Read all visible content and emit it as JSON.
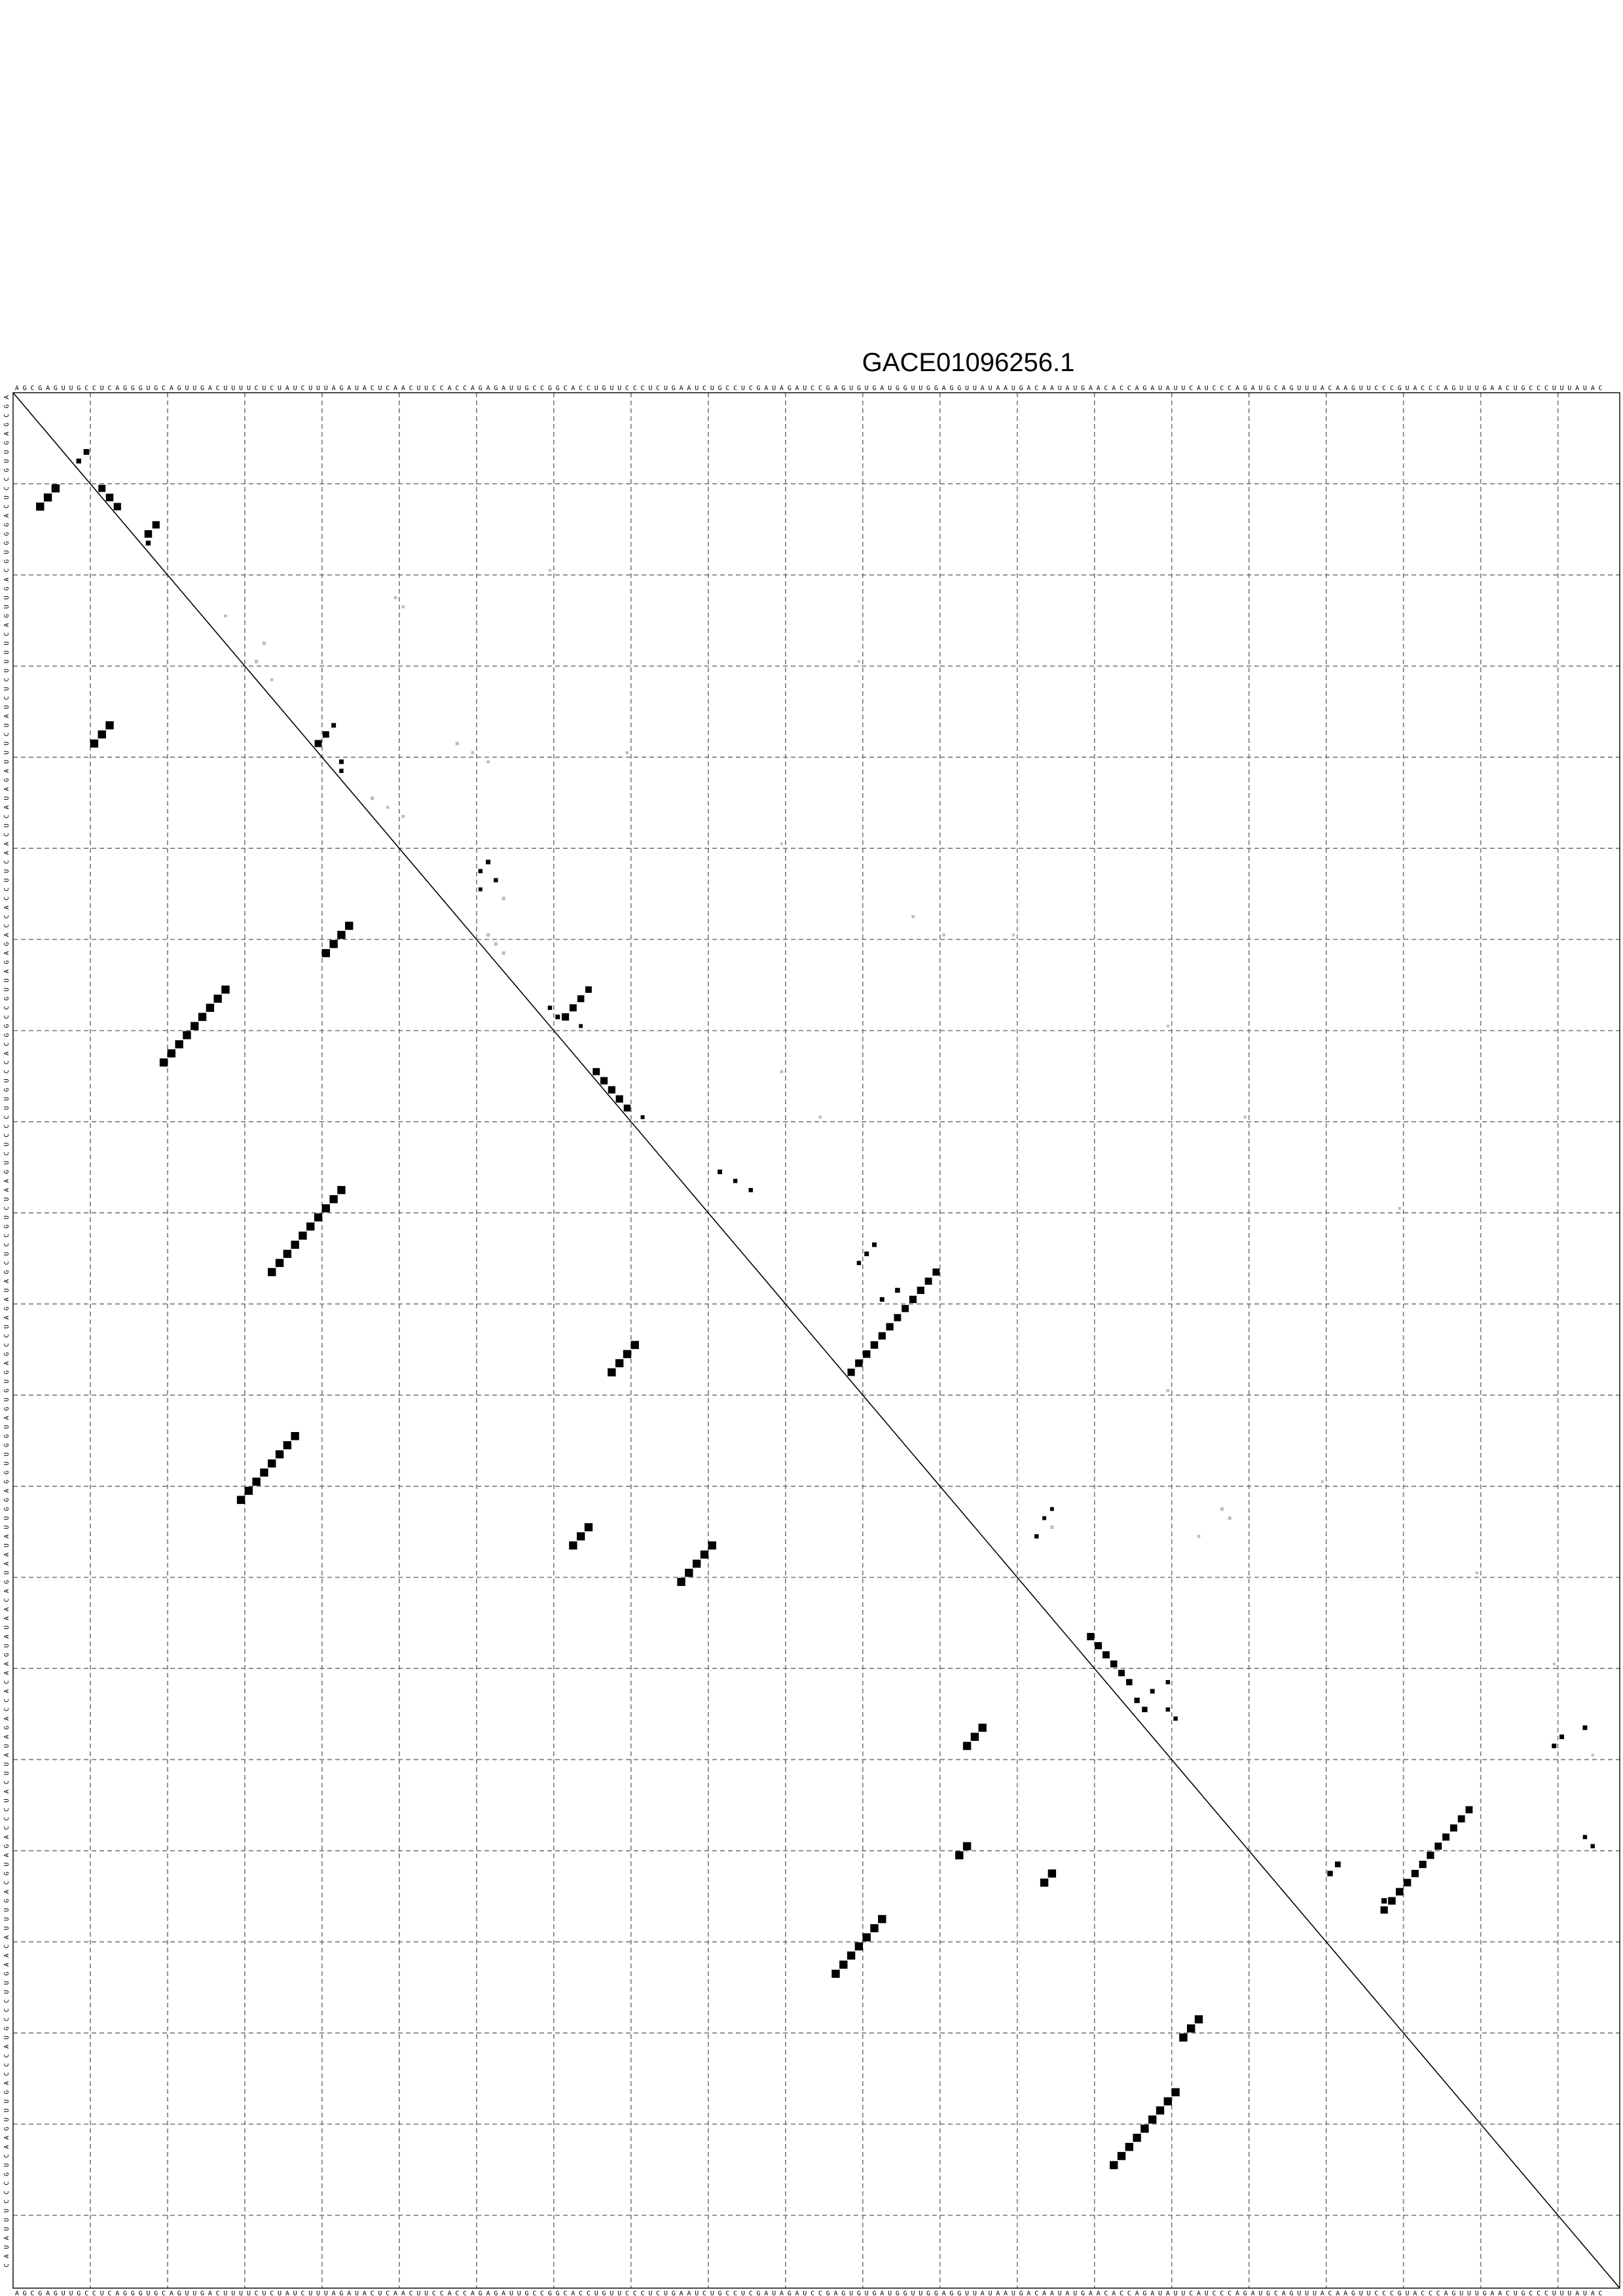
{
  "title": "GACE01096256.1",
  "sequence": "AGCGAGUUGCCUCAGGGUGCAGUUGACUUUUCUCUAUCUUUAGAUACUCAACUUCCACCAGAGAUUGCCGGCACCUGUUCCCUCUGAAUCUGCCUCGAUAGAUCCGAGUGUGAUGGUUGGAGGUUAUAAUGACAAUAUGAACACCAGAUAUUCAUCCCAGAUGCAGUUUACAAGUUCCCGUACCCAGUUUGAACUGCCCUUUAUAC",
  "colors": {
    "ink": "#000000",
    "grid": "#777777",
    "weak": "#bdbdbd",
    "background": "#ffffff"
  },
  "chart_data": {
    "type": "heatmap",
    "title": "GACE01096256.1",
    "description_of_axes": "sequence positions (1-based); upper triangle = base-pair probability dots, lower triangle = MFE structure pairs",
    "length": 208,
    "grid_interval": 10,
    "upper_dots": [
      {
        "i": 7,
        "j": 10,
        "p": 0.55
      },
      {
        "i": 8,
        "j": 9,
        "p": 0.4
      },
      {
        "i": 11,
        "j": 12,
        "p": 0.85
      },
      {
        "i": 12,
        "j": 13,
        "p": 0.95
      },
      {
        "i": 13,
        "j": 14,
        "p": 0.9
      },
      {
        "i": 15,
        "j": 19,
        "p": 0.9
      },
      {
        "i": 16,
        "j": 18,
        "p": 0.95
      },
      {
        "i": 17,
        "j": 17,
        "p": 0.4
      },
      {
        "i": 28,
        "j": 25,
        "p": 0.15
      },
      {
        "i": 30,
        "j": 32,
        "p": 0.2
      },
      {
        "i": 32,
        "j": 34,
        "p": 0.15
      },
      {
        "i": 33,
        "j": 28,
        "p": 0.2
      },
      {
        "i": 37,
        "j": 42,
        "p": 0.35
      },
      {
        "i": 38,
        "j": 41,
        "p": 0.7
      },
      {
        "i": 39,
        "j": 40,
        "p": 0.85
      },
      {
        "i": 40,
        "j": 39,
        "p": 0.7
      },
      {
        "i": 41,
        "j": 43,
        "p": 0.35
      },
      {
        "i": 42,
        "j": 42,
        "p": 0.3
      },
      {
        "i": 45,
        "j": 47,
        "p": 0.2
      },
      {
        "i": 46,
        "j": 49,
        "p": 0.15
      },
      {
        "i": 47,
        "j": 51,
        "p": 0.15
      },
      {
        "i": 39,
        "j": 58,
        "p": 0.2
      },
      {
        "i": 40,
        "j": 60,
        "p": 0.15
      },
      {
        "i": 41,
        "j": 62,
        "p": 0.15
      },
      {
        "i": 52,
        "j": 62,
        "p": 0.35
      },
      {
        "i": 53,
        "j": 61,
        "p": 0.3
      },
      {
        "i": 54,
        "j": 63,
        "p": 0.3
      },
      {
        "i": 55,
        "j": 61,
        "p": 0.25
      },
      {
        "i": 56,
        "j": 64,
        "p": 0.2
      },
      {
        "i": 60,
        "j": 62,
        "p": 0.2
      },
      {
        "i": 61,
        "j": 63,
        "p": 0.2
      },
      {
        "i": 62,
        "j": 64,
        "p": 0.2
      },
      {
        "i": 68,
        "j": 70,
        "p": 0.3
      },
      {
        "i": 69,
        "j": 71,
        "p": 0.35
      },
      {
        "i": 70,
        "j": 74,
        "p": 0.25
      },
      {
        "i": 66,
        "j": 75,
        "p": 0.7
      },
      {
        "i": 67,
        "j": 74,
        "p": 0.8
      },
      {
        "i": 68,
        "j": 73,
        "p": 0.85
      },
      {
        "i": 69,
        "j": 72,
        "p": 0.9
      },
      {
        "i": 75,
        "j": 76,
        "p": 0.85
      },
      {
        "i": 76,
        "j": 77,
        "p": 0.9
      },
      {
        "i": 77,
        "j": 78,
        "p": 0.9
      },
      {
        "i": 78,
        "j": 79,
        "p": 0.9
      },
      {
        "i": 79,
        "j": 80,
        "p": 0.8
      },
      {
        "i": 58,
        "j": 117,
        "p": 0.15
      },
      {
        "i": 60,
        "j": 121,
        "p": 0.15
      },
      {
        "i": 75,
        "j": 100,
        "p": 0.15
      },
      {
        "i": 80,
        "j": 105,
        "p": 0.15
      },
      {
        "i": 94,
        "j": 112,
        "p": 0.35
      },
      {
        "i": 95,
        "j": 111,
        "p": 0.35
      },
      {
        "i": 96,
        "j": 110,
        "p": 0.3
      },
      {
        "i": 108,
        "j": 109,
        "p": 0.9
      },
      {
        "i": 107,
        "j": 110,
        "p": 0.95
      },
      {
        "i": 106,
        "j": 111,
        "p": 0.95
      },
      {
        "i": 105,
        "j": 112,
        "p": 0.95
      },
      {
        "i": 104,
        "j": 113,
        "p": 0.9
      },
      {
        "i": 103,
        "j": 114,
        "p": 0.9
      },
      {
        "i": 102,
        "j": 115,
        "p": 0.85
      },
      {
        "i": 101,
        "j": 116,
        "p": 0.85
      },
      {
        "i": 100,
        "j": 117,
        "p": 0.9
      },
      {
        "i": 99,
        "j": 118,
        "p": 0.9
      },
      {
        "i": 98,
        "j": 119,
        "p": 0.85
      },
      {
        "i": 97,
        "j": 120,
        "p": 0.85
      },
      {
        "i": 99,
        "j": 115,
        "p": 0.4
      },
      {
        "i": 100,
        "j": 113,
        "p": 0.35
      },
      {
        "i": 86,
        "j": 92,
        "p": 0.35
      },
      {
        "i": 87,
        "j": 94,
        "p": 0.3
      },
      {
        "i": 88,
        "j": 96,
        "p": 0.3
      },
      {
        "i": 80,
        "j": 82,
        "p": 0.25
      },
      {
        "i": 123,
        "j": 135,
        "p": 0.25
      },
      {
        "i": 124,
        "j": 134,
        "p": 0.25
      },
      {
        "i": 125,
        "j": 135,
        "p": 0.2
      },
      {
        "i": 126,
        "j": 133,
        "p": 0.3
      },
      {
        "i": 137,
        "j": 140,
        "p": 0.9
      },
      {
        "i": 138,
        "j": 141,
        "p": 0.85
      },
      {
        "i": 139,
        "j": 142,
        "p": 0.85
      },
      {
        "i": 140,
        "j": 143,
        "p": 0.8
      },
      {
        "i": 141,
        "j": 144,
        "p": 0.7
      },
      {
        "i": 142,
        "j": 145,
        "p": 0.65
      },
      {
        "i": 144,
        "j": 146,
        "p": 0.5
      },
      {
        "i": 145,
        "j": 147,
        "p": 0.5
      },
      {
        "i": 143,
        "j": 148,
        "p": 0.35
      },
      {
        "i": 142,
        "j": 150,
        "p": 0.3
      },
      {
        "i": 123,
        "j": 157,
        "p": 0.2
      },
      {
        "i": 124,
        "j": 158,
        "p": 0.2
      },
      {
        "i": 126,
        "j": 154,
        "p": 0.15
      },
      {
        "i": 145,
        "j": 150,
        "p": 0.3
      },
      {
        "i": 146,
        "j": 151,
        "p": 0.3
      },
      {
        "i": 162,
        "j": 172,
        "p": 0.55
      },
      {
        "i": 163,
        "j": 171,
        "p": 0.5
      },
      {
        "i": 166,
        "j": 178,
        "p": 0.5
      },
      {
        "i": 167,
        "j": 178,
        "p": 0.9
      },
      {
        "i": 166,
        "j": 179,
        "p": 0.95
      },
      {
        "i": 165,
        "j": 180,
        "p": 0.95
      },
      {
        "i": 164,
        "j": 181,
        "p": 0.95
      },
      {
        "i": 163,
        "j": 182,
        "p": 0.9
      },
      {
        "i": 162,
        "j": 183,
        "p": 0.9
      },
      {
        "i": 161,
        "j": 184,
        "p": 0.9
      },
      {
        "i": 160,
        "j": 185,
        "p": 0.85
      },
      {
        "i": 159,
        "j": 186,
        "p": 0.85
      },
      {
        "i": 158,
        "j": 187,
        "p": 0.85
      },
      {
        "i": 157,
        "j": 188,
        "p": 0.85
      },
      {
        "i": 156,
        "j": 189,
        "p": 0.85
      },
      {
        "i": 149,
        "j": 200,
        "p": 0.35
      },
      {
        "i": 148,
        "j": 201,
        "p": 0.35
      },
      {
        "i": 147,
        "j": 204,
        "p": 0.35
      },
      {
        "i": 159,
        "j": 204,
        "p": 0.3
      },
      {
        "i": 160,
        "j": 205,
        "p": 0.3
      },
      {
        "i": 23,
        "j": 50,
        "p": 0.15
      },
      {
        "i": 24,
        "j": 51,
        "p": 0.15
      },
      {
        "i": 20,
        "j": 70,
        "p": 0.12
      },
      {
        "i": 30,
        "j": 110,
        "p": 0.12
      },
      {
        "i": 40,
        "j": 80,
        "p": 0.15
      },
      {
        "i": 50,
        "j": 100,
        "p": 0.12
      },
      {
        "i": 60,
        "j": 130,
        "p": 0.12
      },
      {
        "i": 70,
        "j": 150,
        "p": 0.12
      },
      {
        "i": 80,
        "j": 160,
        "p": 0.12
      },
      {
        "i": 90,
        "j": 180,
        "p": 0.12
      },
      {
        "i": 110,
        "j": 150,
        "p": 0.15
      },
      {
        "i": 120,
        "j": 170,
        "p": 0.12
      },
      {
        "i": 130,
        "j": 190,
        "p": 0.12
      },
      {
        "i": 140,
        "j": 200,
        "p": 0.12
      },
      {
        "i": 150,
        "j": 205,
        "p": 0.12
      }
    ],
    "mfe_pairs": [
      [
        4,
        13
      ],
      [
        5,
        12
      ],
      [
        6,
        11
      ],
      [
        11,
        39
      ],
      [
        12,
        38
      ],
      [
        13,
        37
      ],
      [
        20,
        74
      ],
      [
        21,
        73
      ],
      [
        22,
        72
      ],
      [
        23,
        71
      ],
      [
        24,
        70
      ],
      [
        25,
        69
      ],
      [
        26,
        68
      ],
      [
        27,
        67
      ],
      [
        28,
        66
      ],
      [
        41,
        62
      ],
      [
        42,
        61
      ],
      [
        43,
        60
      ],
      [
        44,
        59
      ],
      [
        34,
        97
      ],
      [
        35,
        96
      ],
      [
        36,
        95
      ],
      [
        37,
        94
      ],
      [
        38,
        93
      ],
      [
        39,
        92
      ],
      [
        40,
        91
      ],
      [
        41,
        90
      ],
      [
        42,
        89
      ],
      [
        43,
        88
      ],
      [
        30,
        122
      ],
      [
        31,
        121
      ],
      [
        32,
        120
      ],
      [
        33,
        119
      ],
      [
        34,
        118
      ],
      [
        35,
        117
      ],
      [
        36,
        116
      ],
      [
        37,
        115
      ],
      [
        73,
        127
      ],
      [
        74,
        126
      ],
      [
        75,
        125
      ],
      [
        78,
        108
      ],
      [
        79,
        107
      ],
      [
        80,
        106
      ],
      [
        81,
        105
      ],
      [
        87,
        131
      ],
      [
        88,
        130
      ],
      [
        89,
        129
      ],
      [
        90,
        128
      ],
      [
        91,
        127
      ],
      [
        107,
        174
      ],
      [
        108,
        173
      ],
      [
        109,
        172
      ],
      [
        110,
        171
      ],
      [
        111,
        170
      ],
      [
        112,
        169
      ],
      [
        113,
        168
      ],
      [
        124,
        149
      ],
      [
        125,
        148
      ],
      [
        126,
        147
      ],
      [
        134,
        164
      ],
      [
        135,
        163
      ],
      [
        143,
        195
      ],
      [
        144,
        194
      ],
      [
        145,
        193
      ],
      [
        146,
        192
      ],
      [
        147,
        191
      ],
      [
        148,
        190
      ],
      [
        149,
        189
      ],
      [
        150,
        188
      ],
      [
        151,
        187
      ],
      [
        152,
        181
      ],
      [
        153,
        180
      ],
      [
        154,
        179
      ],
      [
        160,
        124
      ],
      [
        161,
        123
      ]
    ]
  }
}
